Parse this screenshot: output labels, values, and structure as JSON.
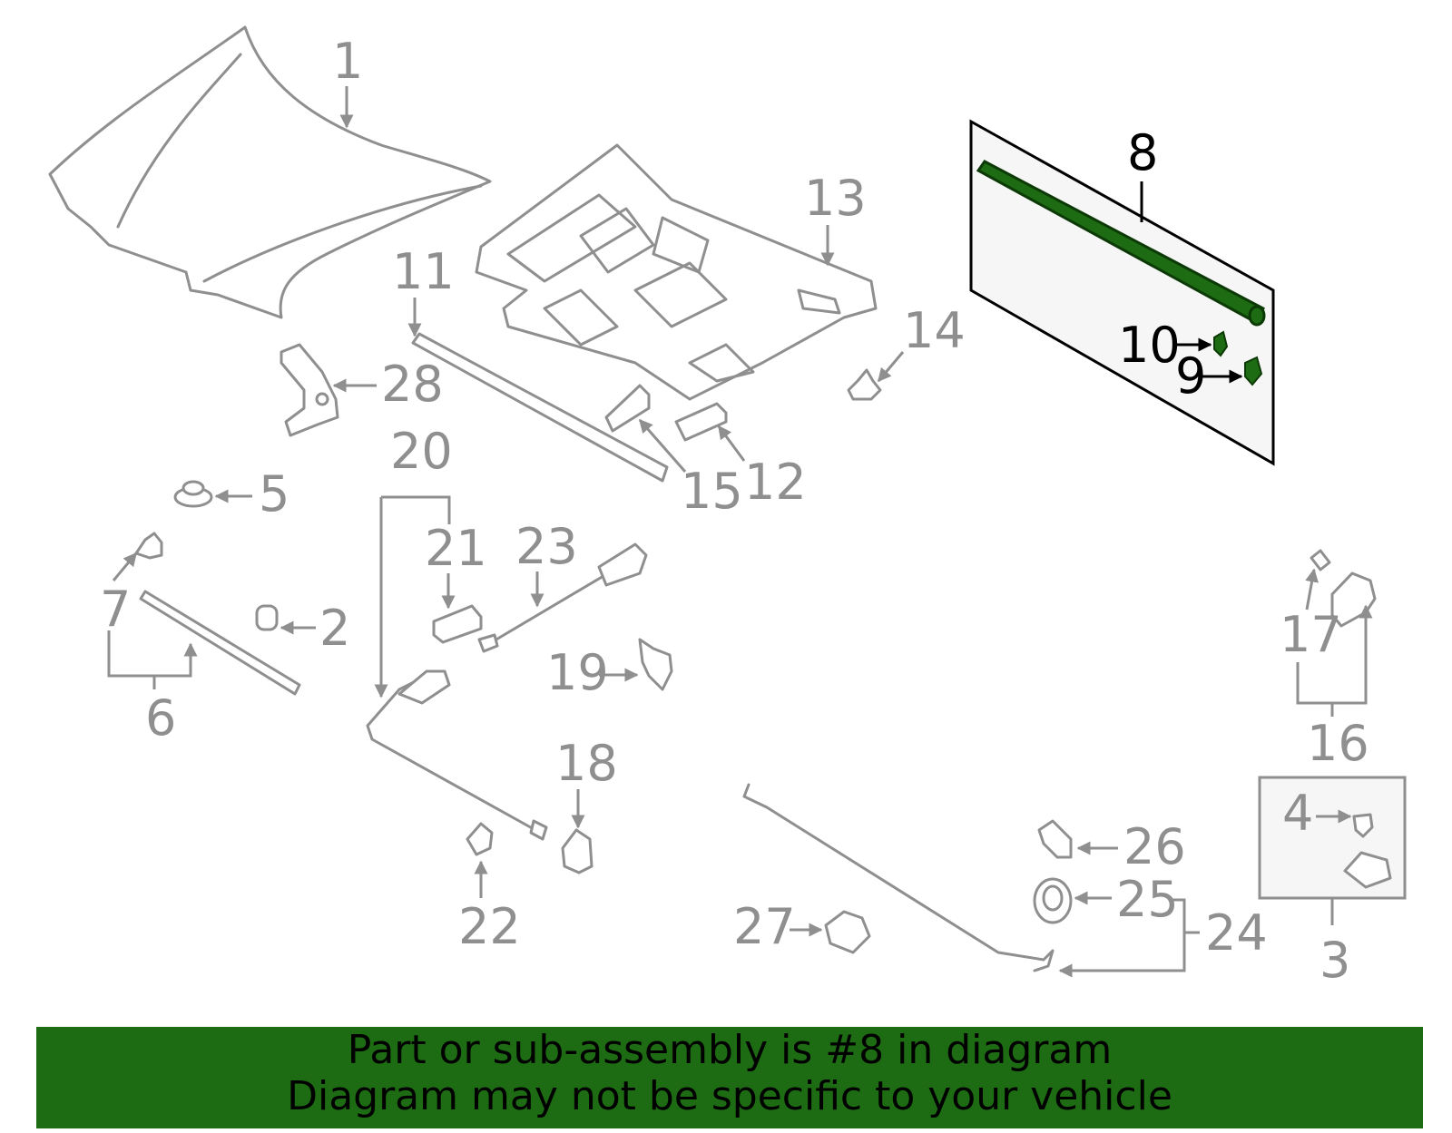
{
  "diagram": {
    "highlight_color": "#1d6b12",
    "line_color": "#8f8f8f",
    "callouts": [
      "1",
      "2",
      "3",
      "4",
      "5",
      "6",
      "7",
      "8",
      "9",
      "10",
      "11",
      "12",
      "13",
      "14",
      "15",
      "16",
      "17",
      "18",
      "19",
      "20",
      "21",
      "22",
      "23",
      "24",
      "25",
      "26",
      "27",
      "28"
    ]
  },
  "banner": {
    "line1": "Part or sub-assembly is #8 in diagram",
    "line2": "Diagram may not be specific to your vehicle"
  }
}
